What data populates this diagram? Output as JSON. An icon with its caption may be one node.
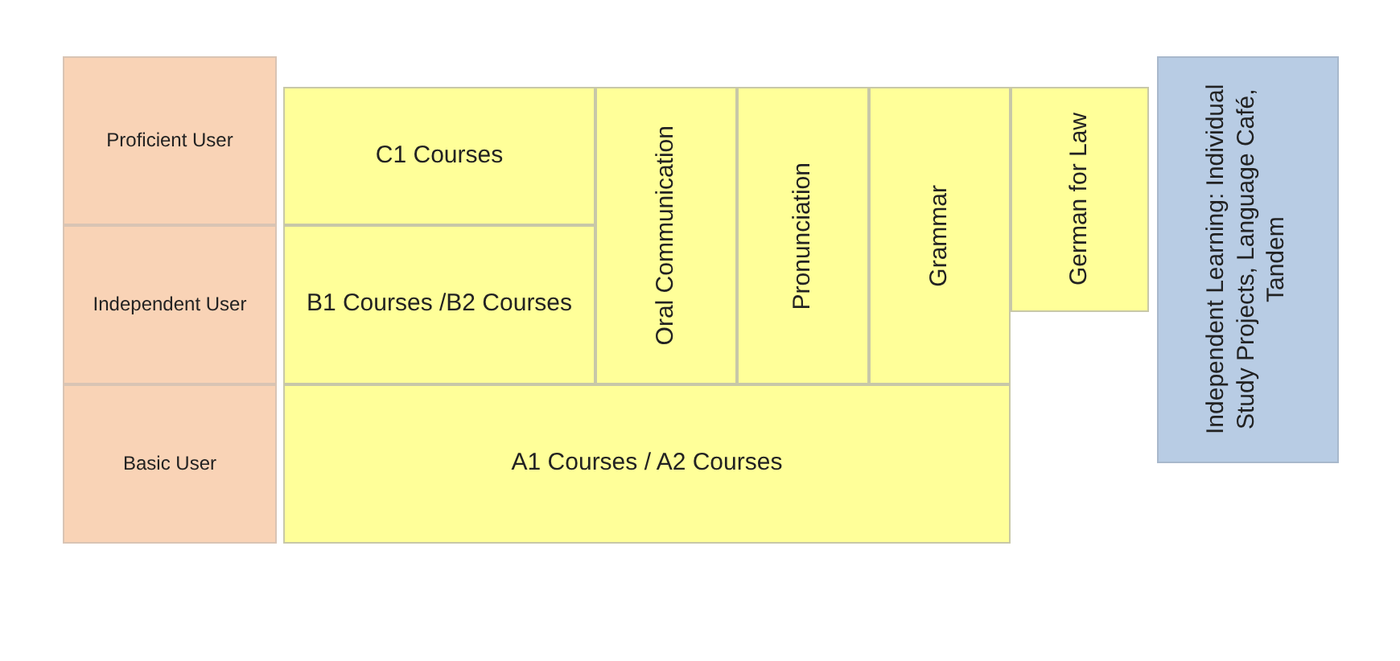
{
  "diagram": {
    "nodes": [
      {
        "text": [
          "Proficient User"
        ]
      },
      {
        "text": [
          "Independent User"
        ]
      },
      {
        "text": [
          "Basic User"
        ]
      },
      {
        "text": [
          "C1 Courses"
        ]
      },
      {
        "text": [
          "B1 Courses /B2 Courses"
        ]
      },
      {
        "text": [
          "Oral Communication"
        ]
      },
      {
        "text": [
          "Pronunciation"
        ]
      },
      {
        "text": [
          "Grammar"
        ]
      },
      {
        "text": [
          "German for Law"
        ]
      },
      {
        "text": [
          "A1 Courses / A2 Courses"
        ]
      },
      {
        "text": [
          "Independent Learning: Individual Study Projects, Language Café, Tandem"
        ]
      }
    ]
  }
}
